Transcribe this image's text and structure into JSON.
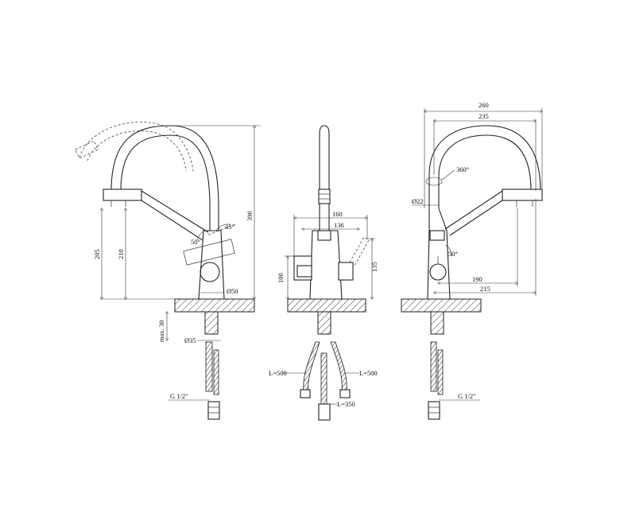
{
  "drawing": {
    "left_view": {
      "dims": {
        "height_total": "390",
        "height_handle": "210",
        "height_spout": "205",
        "base_diameter": "Ø50",
        "angle_handle": "45°",
        "angle_lever": "50°",
        "max_thickness": "max. 30",
        "shank_diameter": "Ø35",
        "thread": "G 1/2\""
      }
    },
    "front_view": {
      "dims": {
        "width_outer": "160",
        "width_inner": "136",
        "height_left": "100",
        "height_right": "135",
        "hose_left": "L=500",
        "hose_right": "L=500",
        "hose_center": "L=350"
      }
    },
    "right_view": {
      "dims": {
        "reach_outer": "260",
        "reach_inner": "235",
        "rotation": "360°",
        "spout_diameter": "Ø22",
        "angle_lever": "50°",
        "dist_190": "190",
        "dist_215": "215",
        "thread": "G 1/2\""
      }
    }
  }
}
